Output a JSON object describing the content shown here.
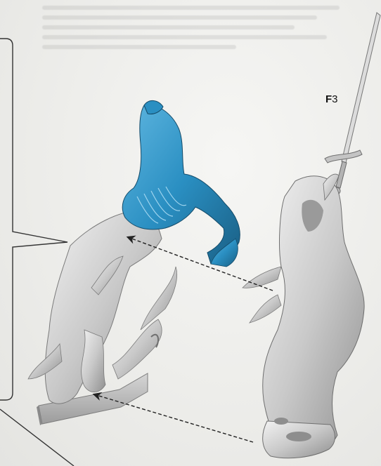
{
  "step": {
    "prefix": "F",
    "number": "3"
  },
  "colors": {
    "highlight": "#2a8fc2",
    "highlight_dark": "#1f6f98",
    "model_grey": "#cfcfcf",
    "model_dark": "#8a8a8a",
    "base_grey": "#bdbdbd",
    "background": "#efefec"
  },
  "icons": [
    "callout-frame",
    "assembly-arrow-icon"
  ]
}
